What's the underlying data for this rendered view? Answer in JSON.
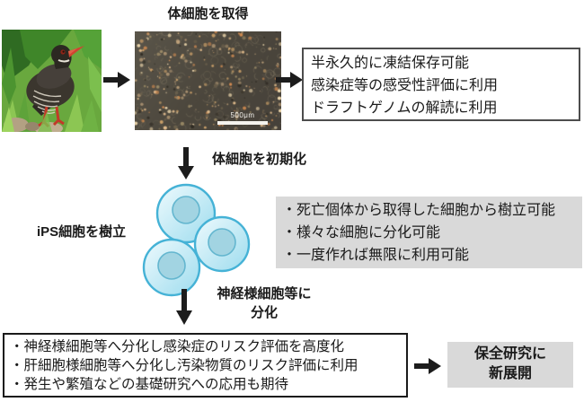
{
  "labels": {
    "step1": "体細胞を取得",
    "step2": "体細胞を初期化",
    "step3": "iPS細胞を樹立",
    "step4_line1": "神経様細胞等に",
    "step4_line2": "分化"
  },
  "micrograph": {
    "scale_bar": "500μm"
  },
  "boxes": {
    "somatic_uses": {
      "lines": [
        "半永久的に凍結保存可能",
        "感染症等の感受性評価に利用",
        "ドラフトゲノムの解読に利用"
      ]
    },
    "ips_features": {
      "lines": [
        "・死亡個体から取得した細胞から樹立可能",
        "・様々な細胞に分化可能",
        "・一度作れば無限に利用可能"
      ]
    },
    "applications": {
      "lines": [
        "・神経様細胞等へ分化し感染症のリスク評価を高度化",
        "・肝細胞様細胞等へ分化し汚染物質のリスク評価に利用",
        "・発生や繁殖などの基礎研究への応用も期待"
      ]
    },
    "outcome": {
      "line1": "保全研究に",
      "line2": "新展開"
    }
  },
  "colors": {
    "gray_box": "#d9d9d9",
    "box_border_dark": "#4d4d4d",
    "box_border_black": "#1a1a1a",
    "cell_stroke": "#45b2d6",
    "cell_fill": "#bfe7f2",
    "nucleus_fill": "#a2d4e2",
    "micrograph_bg": "#4e4940",
    "arrow": "#1c1c1c"
  }
}
